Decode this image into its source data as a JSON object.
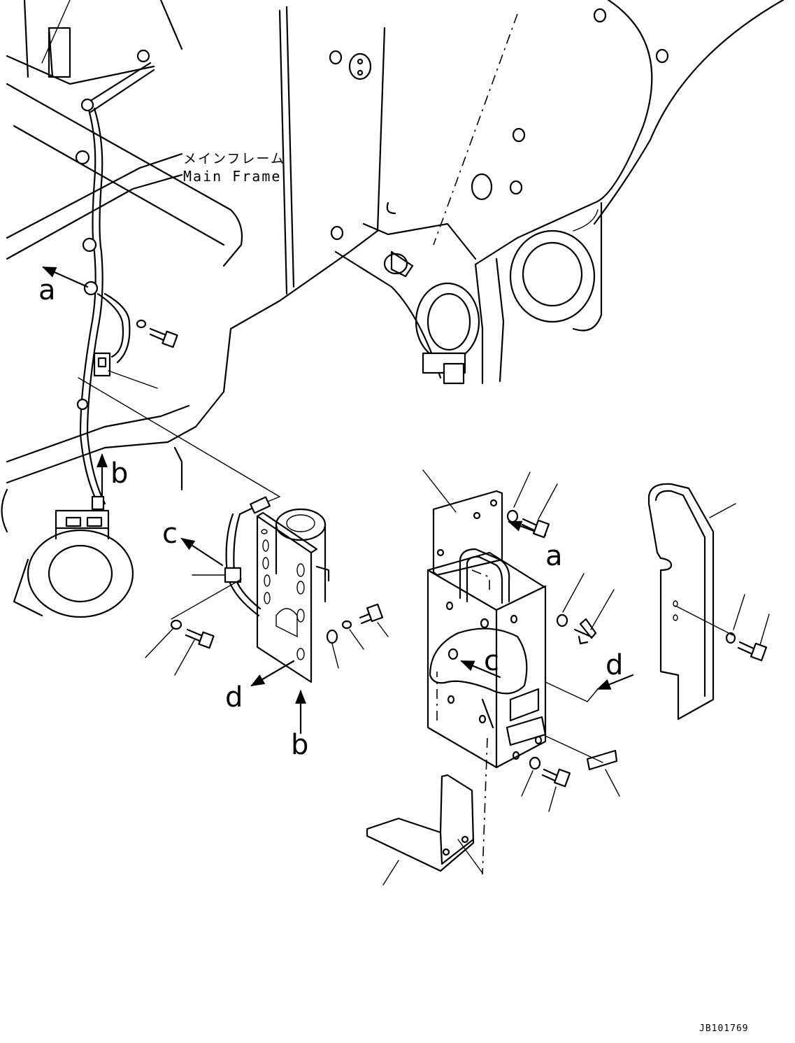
{
  "frame_label_jp": "メインフレーム",
  "frame_label_en": "Main Frame",
  "drawing_code": "JB101769",
  "views": {
    "a": "a",
    "b": "b",
    "c": "c",
    "d": "d"
  }
}
